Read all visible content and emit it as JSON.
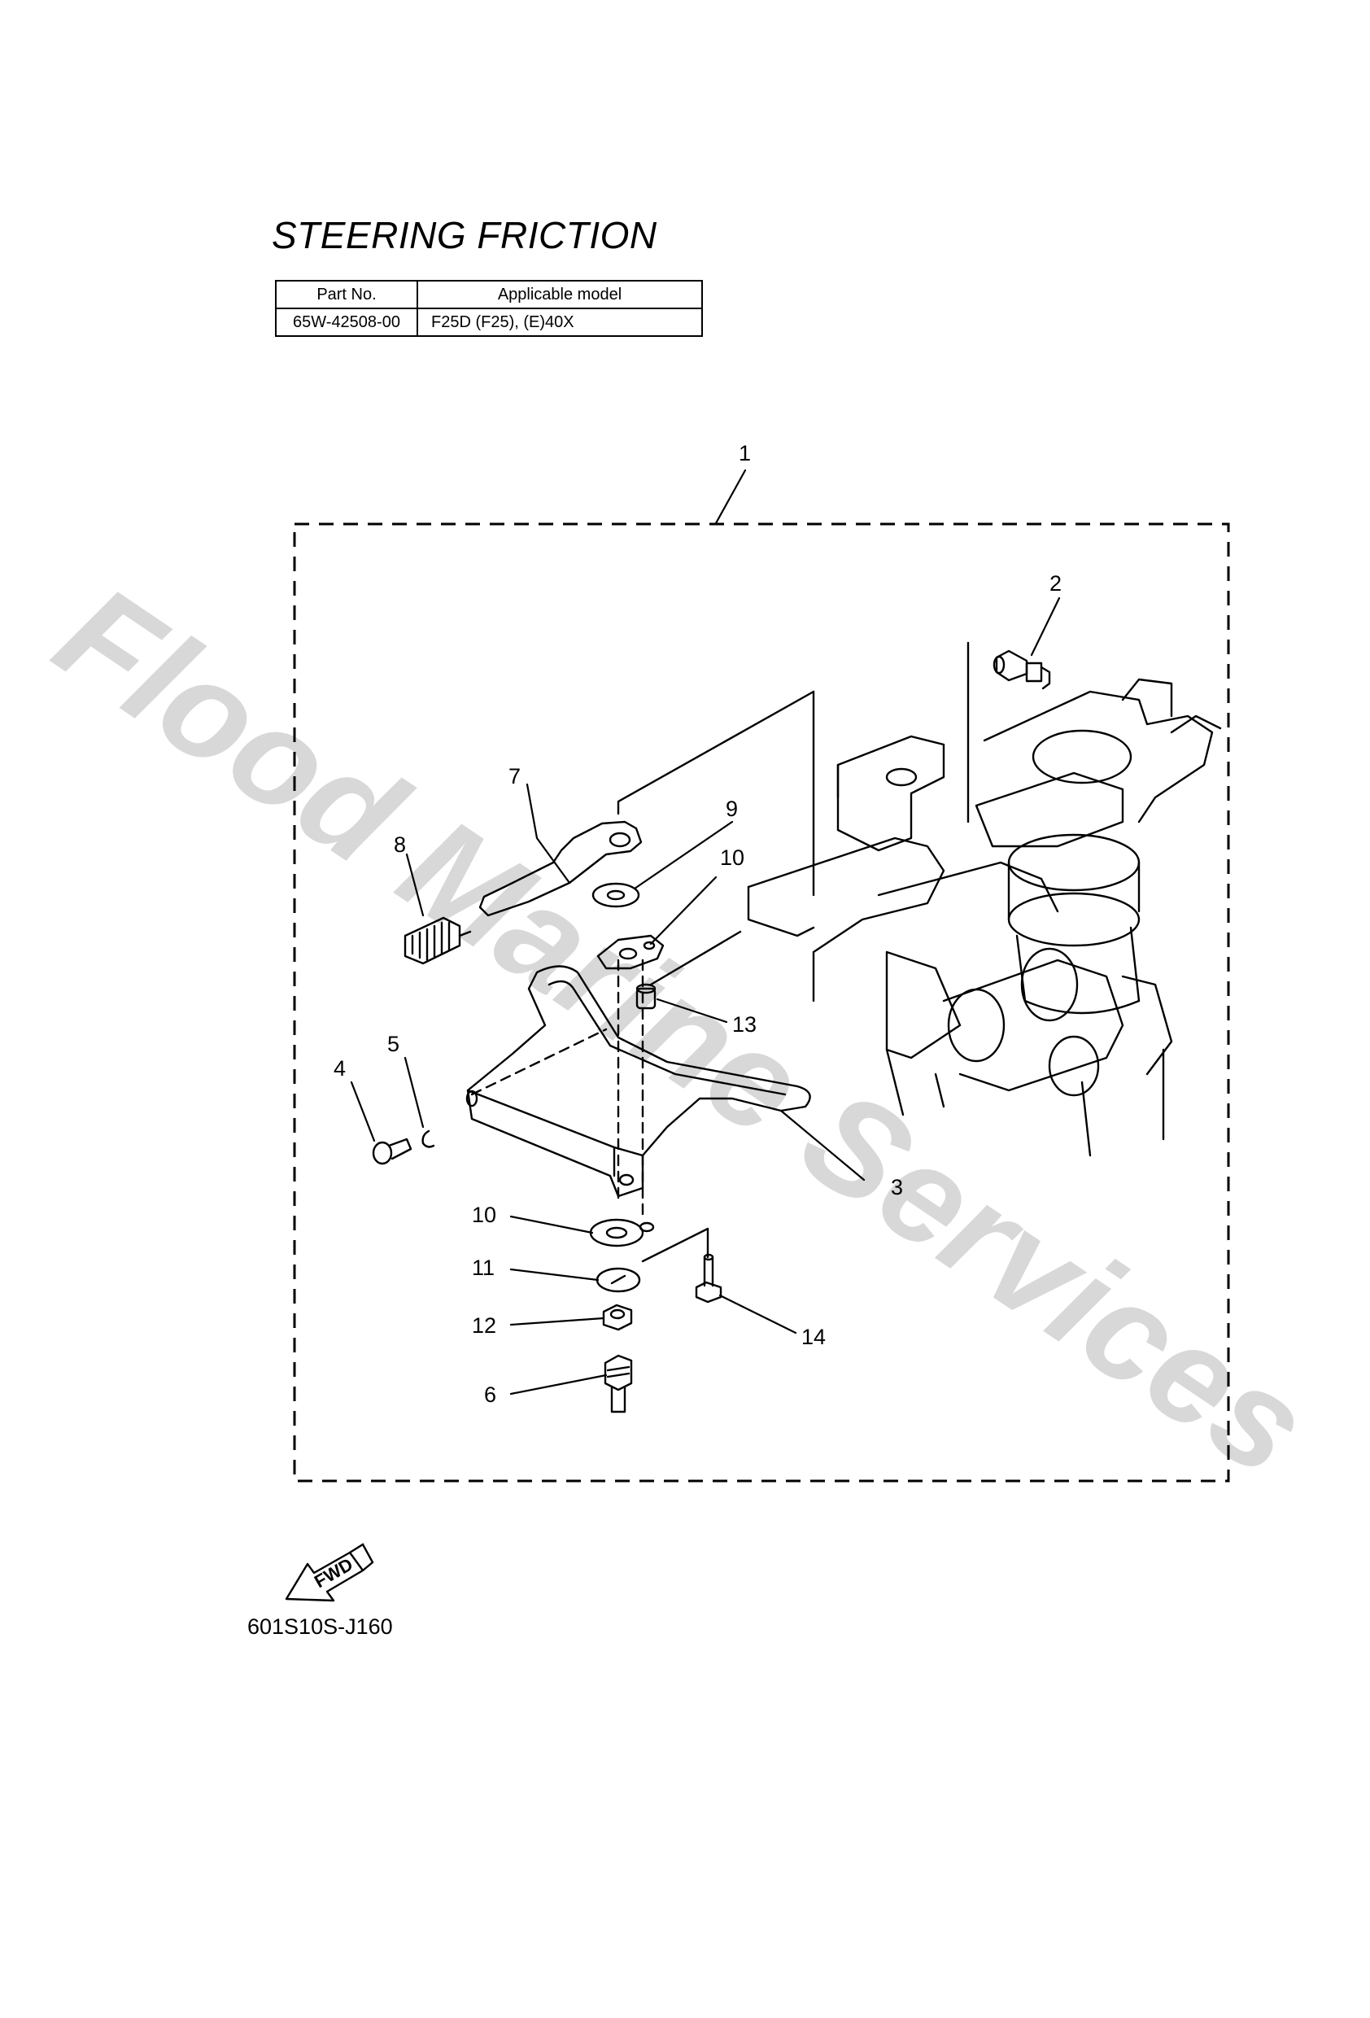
{
  "title": "STEERING FRICTION",
  "parts_table": {
    "headers": [
      "Part No.",
      "Applicable model"
    ],
    "rows": [
      [
        "65W-42508-00",
        "F25D (F25), (E)40X"
      ]
    ]
  },
  "callouts": [
    "1",
    "2",
    "3",
    "4",
    "5",
    "6",
    "7",
    "8",
    "9",
    "10",
    "10",
    "11",
    "12",
    "13",
    "14"
  ],
  "fwd_label": "FWD",
  "diagram_code": "601S10S-J160",
  "watermark": "Flood Marine Services"
}
